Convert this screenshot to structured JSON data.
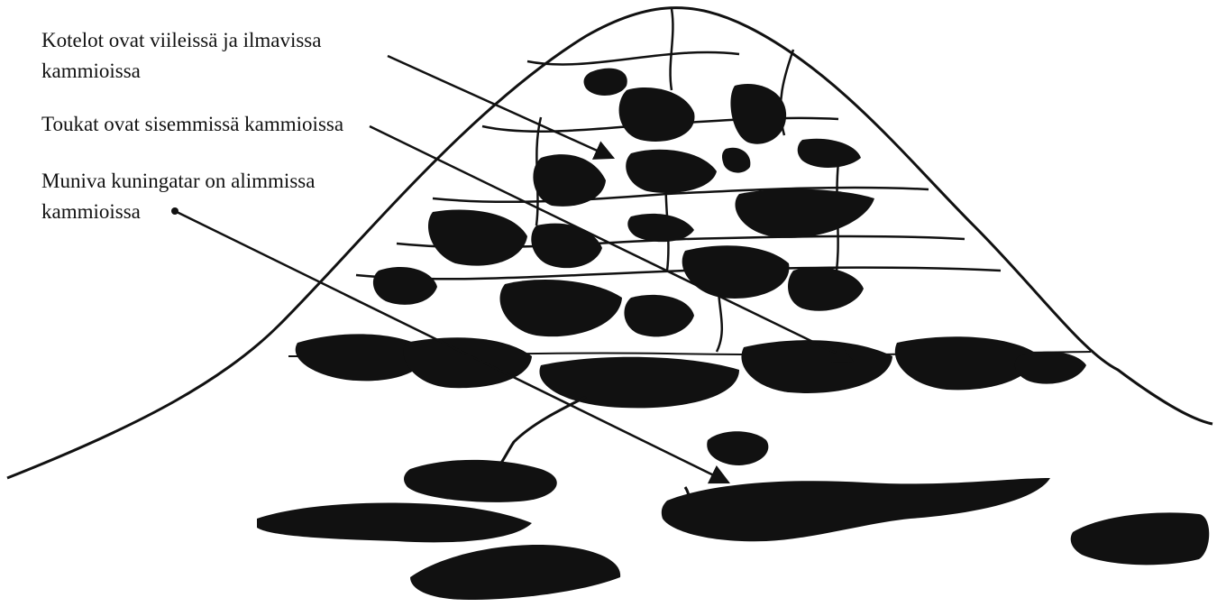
{
  "labels": [
    {
      "line1": "Kotelot ovat viileissä ja ilmavissa",
      "line2": "kammioissa"
    },
    {
      "line1": "Toukat ovat sisemmissä kammioissa",
      "line2": ""
    },
    {
      "line1": "Muniva kuningatar on alimmissa",
      "line2": "kammioissa"
    }
  ],
  "colors": {
    "ink": "#111111",
    "background": "#ffffff"
  }
}
